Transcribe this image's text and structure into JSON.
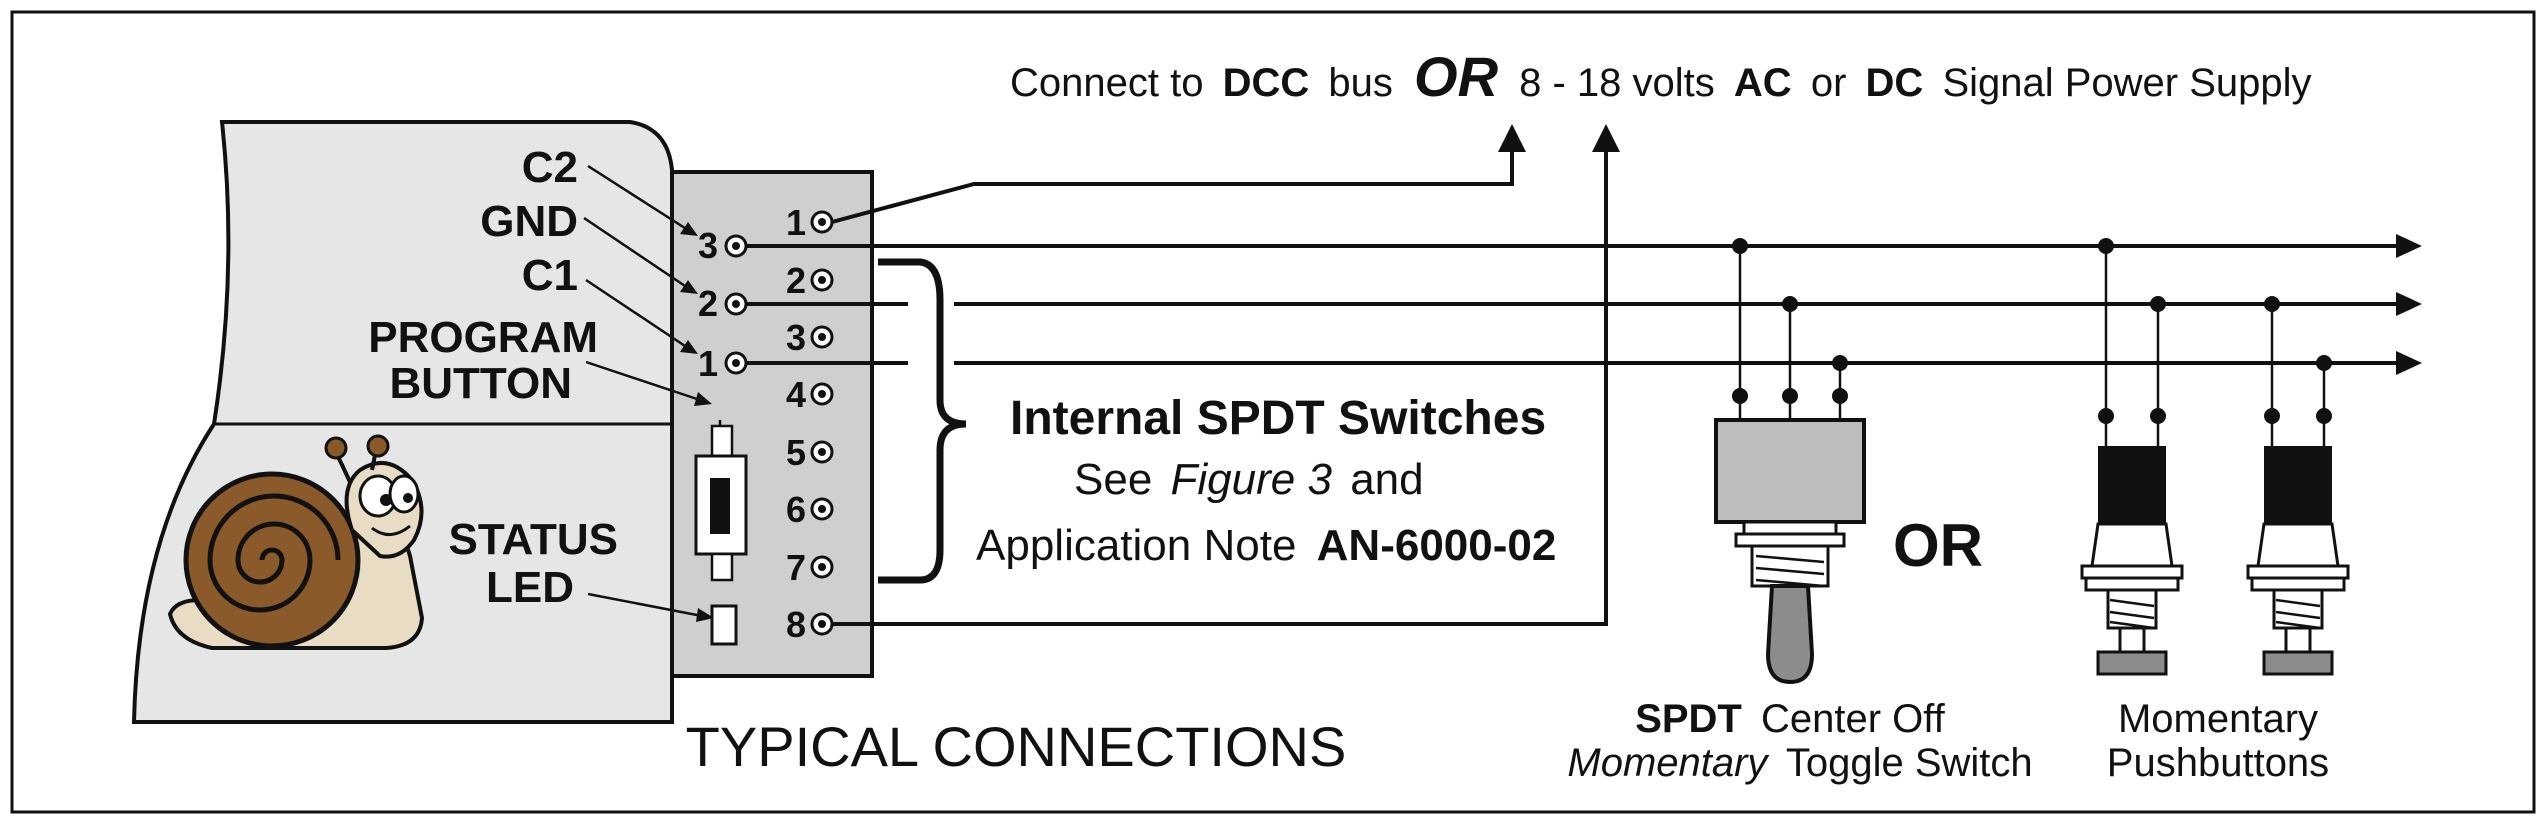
{
  "header": {
    "connect_to": "Connect to",
    "dcc": "DCC",
    "bus": "bus",
    "or": "OR",
    "range": "8 - 18 volts",
    "ac": "AC",
    "or_small": "or",
    "dc": "DC",
    "supply": "Signal Power Supply"
  },
  "device_labels": {
    "c2": "C2",
    "gnd": "GND",
    "c1": "C1",
    "program_line1": "PROGRAM",
    "program_line2": "BUTTON",
    "status_line1": "STATUS",
    "status_line2": "LED"
  },
  "left_pins": [
    "3",
    "2",
    "1"
  ],
  "right_pins": [
    "1",
    "2",
    "3",
    "4",
    "5",
    "6",
    "7",
    "8"
  ],
  "switch_note": {
    "title": "Internal SPDT Switches",
    "see": "See",
    "figure": "Figure 3",
    "and": "and",
    "app_note": "Application Note",
    "app_code": "AN-6000-02"
  },
  "caption": "TYPICAL CONNECTIONS",
  "middle_or": "OR",
  "toggle_caption": {
    "bold": "SPDT",
    "rest1": "Center Off",
    "italic": "Momentary",
    "rest2": "Toggle Switch"
  },
  "pushbutton_caption": {
    "line1": "Momentary",
    "line2": "Pushbuttons"
  },
  "colors": {
    "board_fill": "#e6e6e6",
    "terminal_block": "#cfcfcf",
    "switch_body": "#bdbdbd",
    "lever": "#8c8c8c",
    "snail_shell": "#8b5a2b",
    "snail_body": "#e9dcc4"
  }
}
